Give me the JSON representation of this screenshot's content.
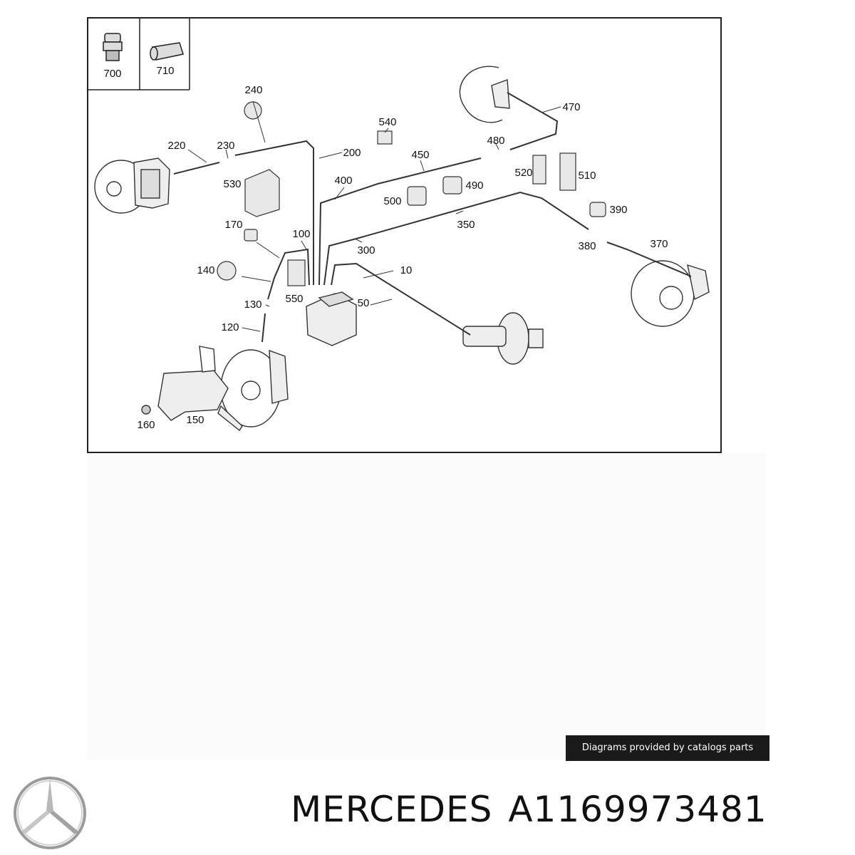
{
  "diagram": {
    "inset_labels": [
      "700",
      "710"
    ],
    "callouts": [
      "240",
      "220",
      "230",
      "200",
      "540",
      "470",
      "480",
      "450",
      "520",
      "510",
      "400",
      "530",
      "500",
      "490",
      "390",
      "350",
      "170",
      "100",
      "380",
      "370",
      "300",
      "10",
      "140",
      "550",
      "130",
      "50",
      "120",
      "160",
      "150"
    ]
  },
  "watermark": {
    "text": "Diagrams provided by catalogs parts"
  },
  "footer": {
    "brand": "MERCEDES",
    "part_number": "A1169973481"
  },
  "logo": {
    "icon": "mercedes-star-icon"
  }
}
